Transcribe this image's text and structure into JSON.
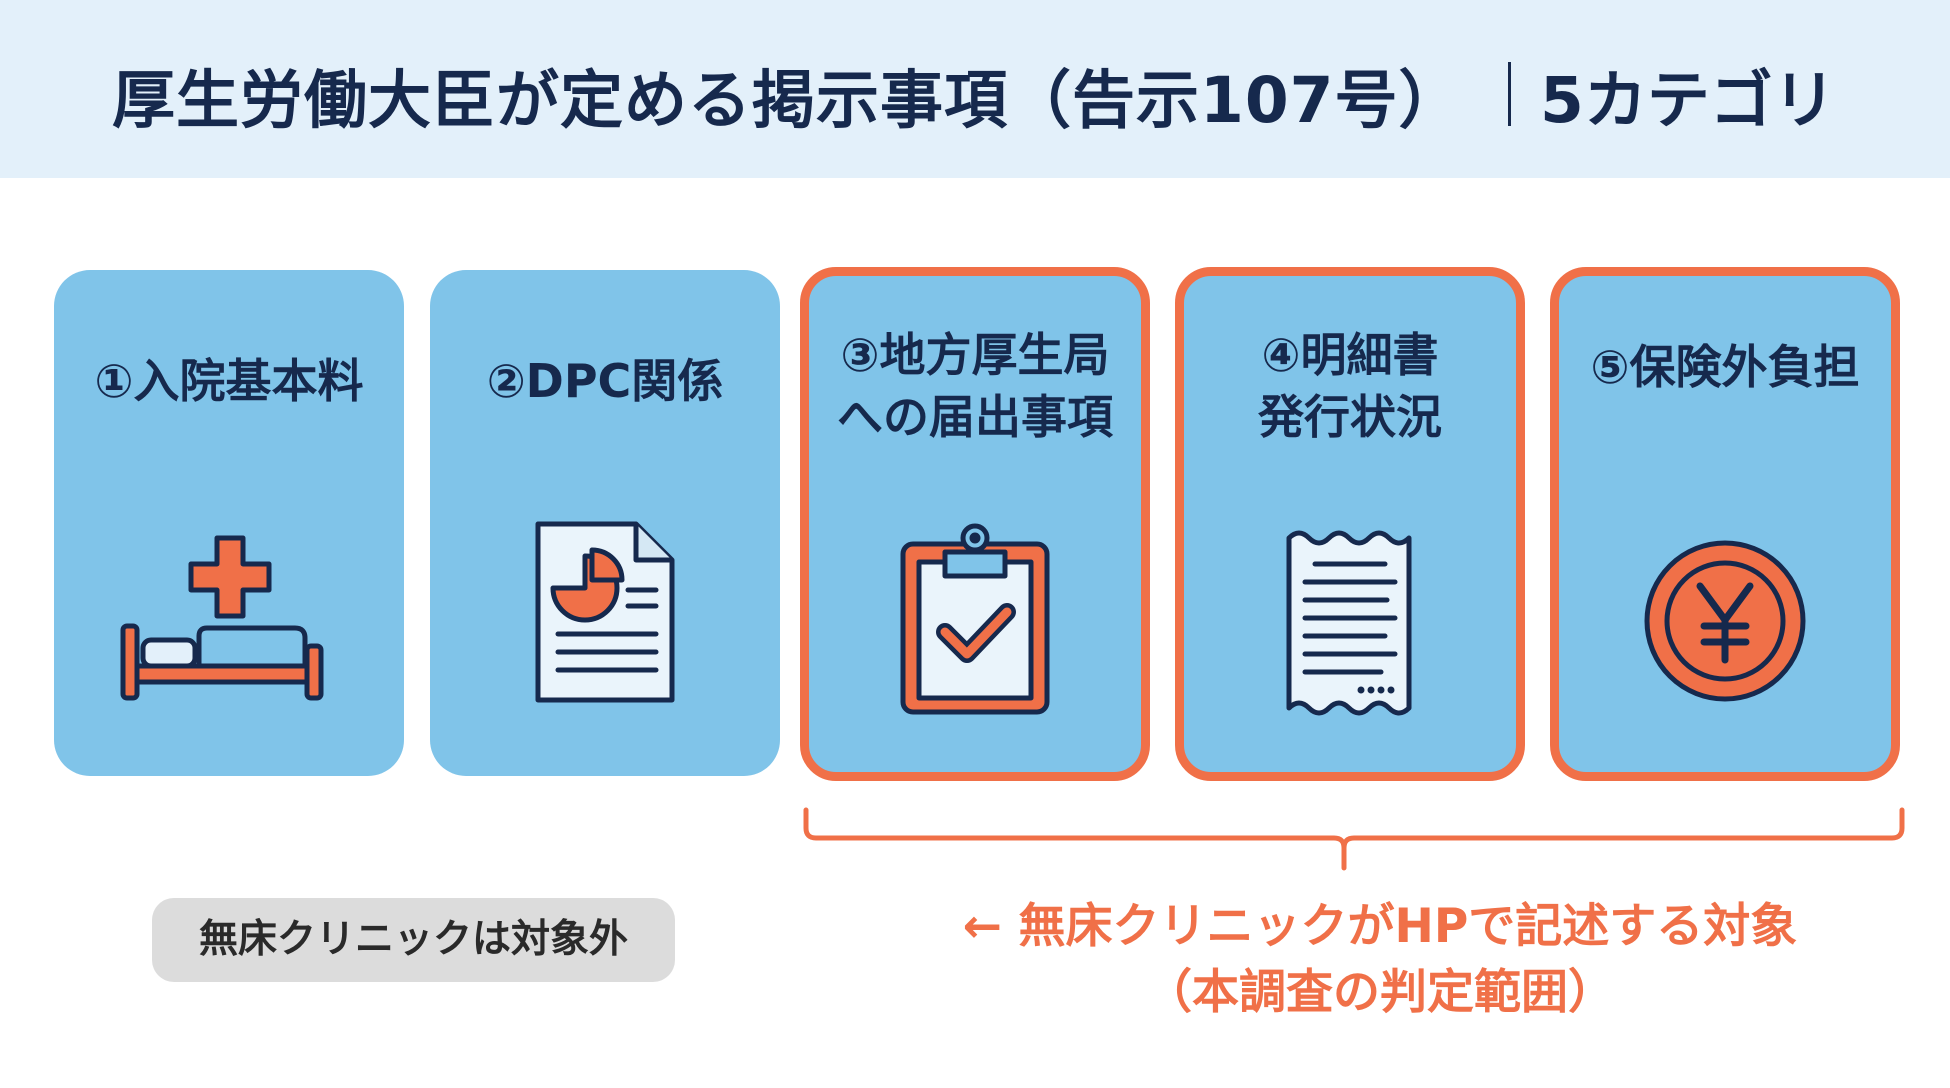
{
  "header": {
    "title": "厚生労働大臣が定める掲示事項（告示107号）",
    "subtitle": "5カテゴリ"
  },
  "categories": [
    {
      "lines": [
        "①入院基本料"
      ],
      "icon": "hospital-bed-icon",
      "highlighted": false
    },
    {
      "lines": [
        "②DPC関係"
      ],
      "icon": "document-pie-chart-icon",
      "highlighted": false
    },
    {
      "lines": [
        "③地方厚生局",
        "への届出事項"
      ],
      "icon": "clipboard-check-icon",
      "highlighted": true
    },
    {
      "lines": [
        "④明細書",
        "発行状況"
      ],
      "icon": "receipt-icon",
      "highlighted": true
    },
    {
      "lines": [
        "⑤保険外負担"
      ],
      "icon": "yen-coin-icon",
      "highlighted": true
    }
  ],
  "notes": {
    "excluded": "無床クリニックは対象外",
    "target_line1": "← 無床クリニックがHPで記述する対象",
    "target_line2": "（本調査の判定範囲）"
  },
  "colors": {
    "header_bg": "#e3f0fa",
    "card_bg": "#80c4e9",
    "accent": "#f07048",
    "navy": "#16294d",
    "note_bg": "#dcdcdc"
  }
}
